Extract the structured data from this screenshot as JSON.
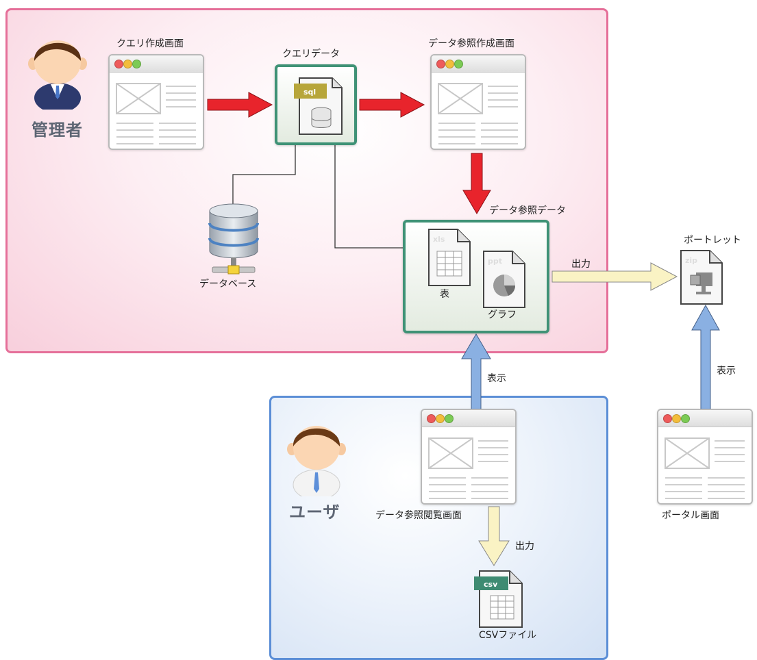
{
  "admin": {
    "label": "管理者"
  },
  "user": {
    "label": "ユーザ"
  },
  "nodes": {
    "query_create_screen": "クエリ作成画面",
    "query_data": "クエリデータ",
    "data_ref_create_screen": "データ参照作成画面",
    "data_ref_data": "データ参照データ",
    "database": "データベース",
    "table": "表",
    "graph": "グラフ",
    "portlet": "ポートレット",
    "data_ref_view_screen": "データ参照閲覧画面",
    "portal_screen": "ポータル画面",
    "csv_file": "CSVファイル"
  },
  "file_tags": {
    "sql": "sql",
    "xls": "xls",
    "ppt": "ppt",
    "zip": "zip",
    "csv": "csv"
  },
  "edges": {
    "output": "出力",
    "display": "表示"
  },
  "colors": {
    "admin_border": "#e56f99",
    "user_border": "#5b8ed6",
    "red_arrow": "#e8242c",
    "blue_arrow": "#8ab0e2",
    "yellow_arrow": "#faf3c4",
    "green_box": "#3f9276"
  },
  "icons": [
    "admin-person-icon",
    "user-person-icon",
    "browser-window-icon",
    "sql-file-icon",
    "database-server-icon",
    "xls-file-icon",
    "ppt-file-icon",
    "zip-portlet-icon",
    "csv-file-icon"
  ]
}
